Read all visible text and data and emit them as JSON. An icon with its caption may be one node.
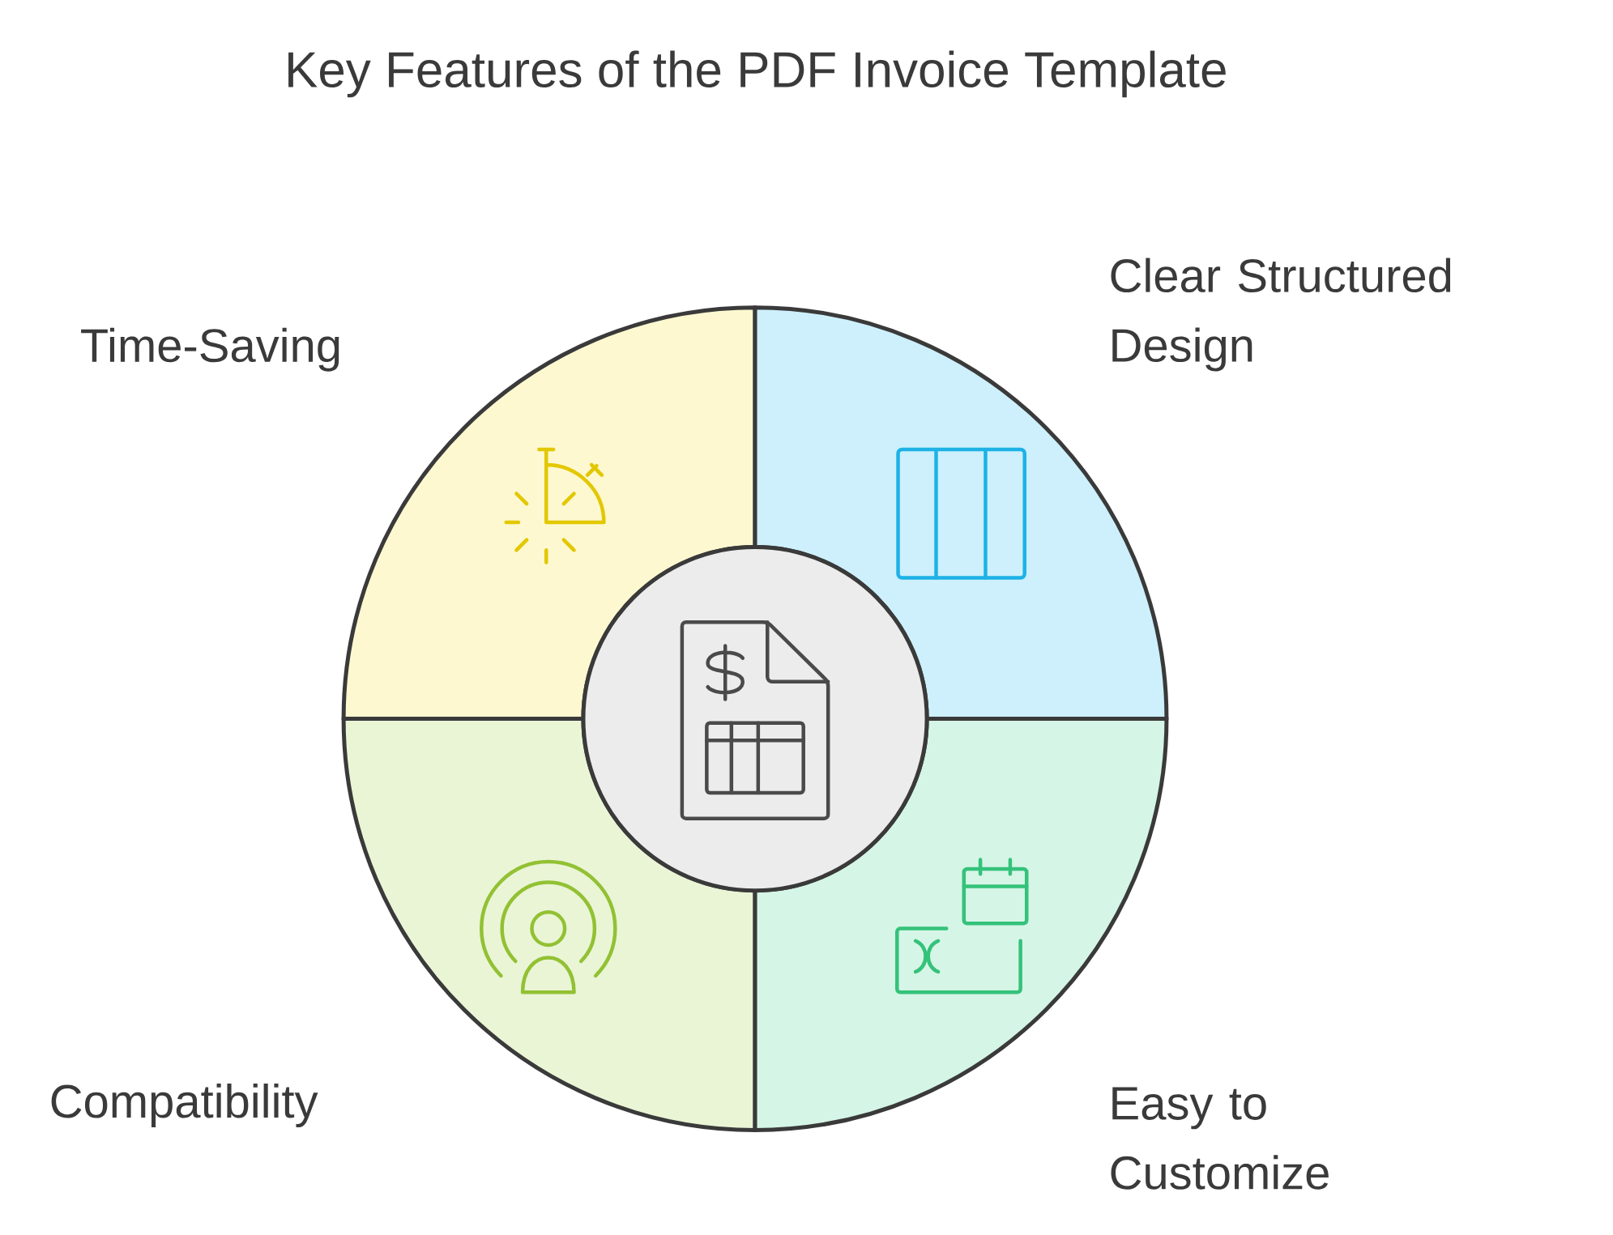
{
  "diagram": {
    "title": "Key Features of the PDF Invoice Template",
    "nodes": [
      {
        "text": [
          "Time-Saving"
        ]
      },
      {
        "text": [
          "Clear Structured Design"
        ]
      },
      {
        "text": [
          "Compatibility"
        ]
      },
      {
        "text": [
          "Easy to Customize"
        ]
      },
      {
        "text": [],
        "shape": "circle"
      }
    ]
  }
}
